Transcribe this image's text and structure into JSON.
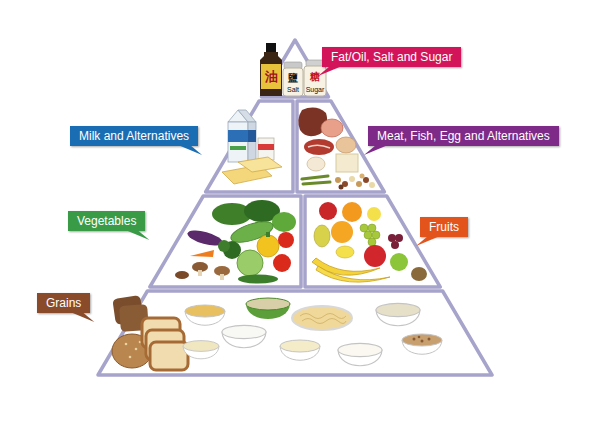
{
  "diagram": {
    "nodes": [
      {
        "text": [
          "Fat/Oil, Salt and Sugar"
        ]
      },
      {
        "text": [
          "Milk and Alternatives"
        ]
      },
      {
        "text": [
          "Meat, Fish, Egg and Alternatives"
        ]
      },
      {
        "text": [
          "Vegetables"
        ]
      },
      {
        "text": [
          "Fruits"
        ]
      },
      {
        "text": [
          "Grains"
        ]
      }
    ],
    "labels": [
      "油",
      "鹽",
      "Salt",
      "糖",
      "Sugar"
    ]
  }
}
